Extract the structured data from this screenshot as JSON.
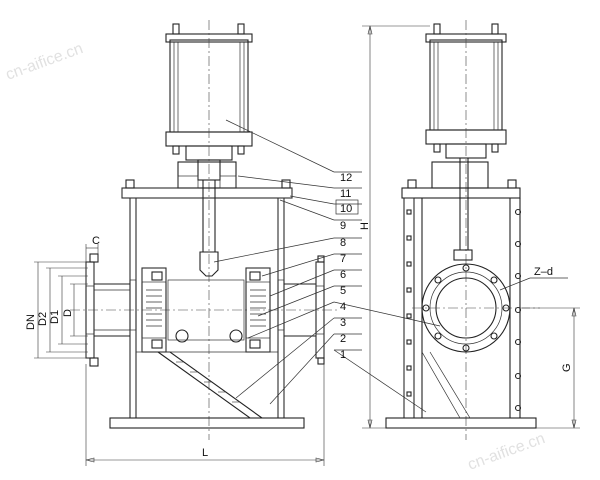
{
  "watermark": "cn-aifice.cn",
  "dimensions": {
    "C": "C",
    "DN": "DN",
    "D2": "D2",
    "D1": "D1",
    "D": "D",
    "L": "L",
    "H": "H",
    "G": "G",
    "Zd": "Z–d"
  },
  "callouts": [
    "12",
    "11",
    "10",
    "9",
    "8",
    "7",
    "6",
    "5",
    "4",
    "3",
    "2",
    "1"
  ]
}
